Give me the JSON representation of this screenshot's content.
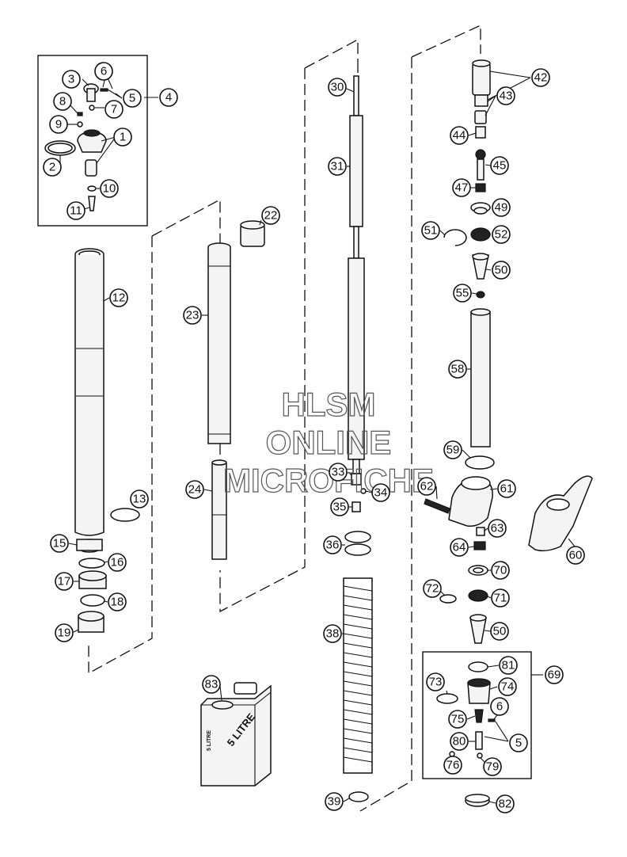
{
  "watermark": {
    "line1": "HLSM",
    "line2": "ONLINE",
    "line3": "MICROFICHE"
  },
  "canister": {
    "label_large": "5 LITRE",
    "label_small": "5 LITRE"
  },
  "callouts": {
    "c1": "1",
    "c2": "2",
    "c3": "3",
    "c4": "4",
    "c5": "5",
    "c5b": "5",
    "c6": "6",
    "c6b": "6",
    "c7": "7",
    "c8": "8",
    "c9": "9",
    "c10": "10",
    "c11": "11",
    "c12": "12",
    "c13": "13",
    "c15": "15",
    "c16": "16",
    "c17": "17",
    "c18": "18",
    "c19": "19",
    "c22": "22",
    "c23": "23",
    "c24": "24",
    "c30": "30",
    "c31": "31",
    "c33": "33",
    "c34": "34",
    "c35": "35",
    "c36": "36",
    "c38": "38",
    "c39": "39",
    "c42": "42",
    "c43": "43",
    "c44": "44",
    "c45": "45",
    "c47": "47",
    "c49": "49",
    "c50": "50",
    "c50b": "50",
    "c51": "51",
    "c52": "52",
    "c55": "55",
    "c58": "58",
    "c59": "59",
    "c60": "60",
    "c61": "61",
    "c62": "62",
    "c63": "63",
    "c64": "64",
    "c69": "69",
    "c70": "70",
    "c71": "71",
    "c72": "72",
    "c73": "73",
    "c74": "74",
    "c75": "75",
    "c76": "76",
    "c79": "79",
    "c80": "80",
    "c81": "81",
    "c82": "82",
    "c83": "83"
  }
}
